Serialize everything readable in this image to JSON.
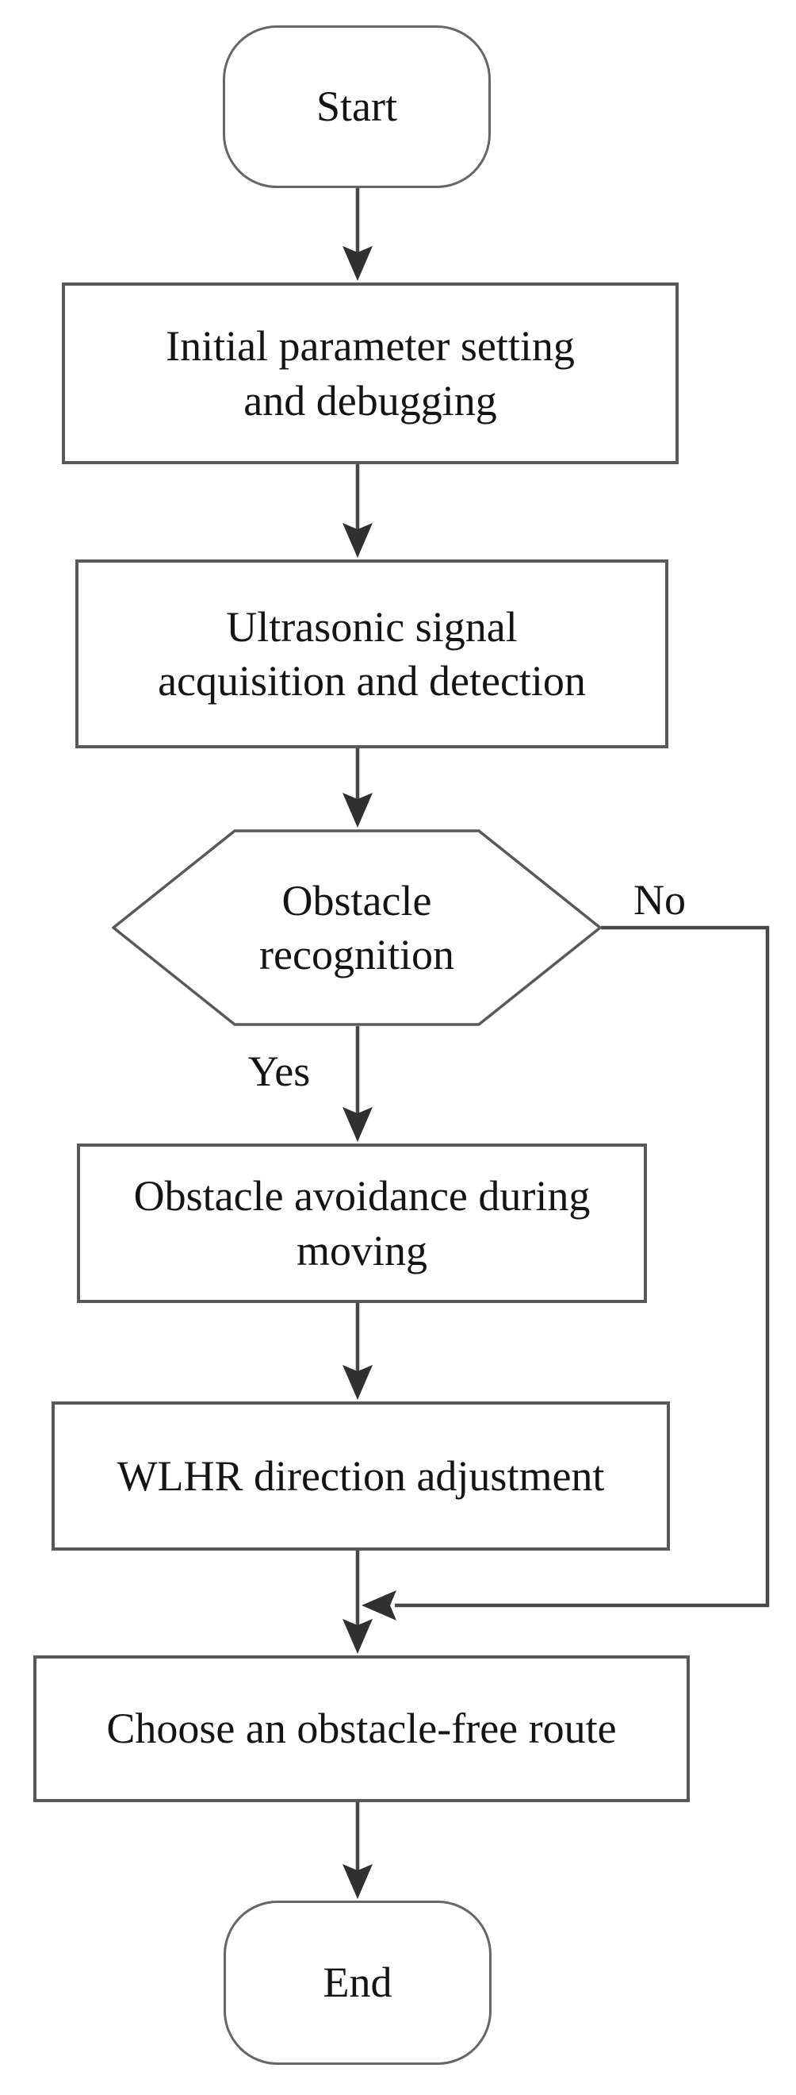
{
  "figure": {
    "background": "#ffffff",
    "colors": {
      "connector": "#474747",
      "arrowhead": "#303030",
      "process_border": "#595959",
      "terminator_border": "#666666",
      "decision_border": "#595959",
      "text": "#141414"
    },
    "nodes": [
      {
        "id": "start",
        "type": "terminator",
        "label": "Start"
      },
      {
        "id": "initial-setting",
        "type": "process",
        "label": "Initial parameter setting\nand debugging"
      },
      {
        "id": "ultrasonic-acquisition",
        "type": "process",
        "label": "Ultrasonic signal\nacquisition and detection"
      },
      {
        "id": "obstacle-recognition",
        "type": "decision",
        "label": "Obstacle\nrecognition"
      },
      {
        "id": "obstacle-avoidance",
        "type": "process",
        "label": "Obstacle avoidance during\nmoving"
      },
      {
        "id": "wlhr-adjustment",
        "type": "process",
        "label": "WLHR direction adjustment"
      },
      {
        "id": "choose-route",
        "type": "process",
        "label": "Choose an obstacle-free route"
      },
      {
        "id": "end",
        "type": "terminator",
        "label": "End"
      }
    ],
    "edges": [
      {
        "from": "start",
        "to": "initial-setting",
        "label": ""
      },
      {
        "from": "initial-setting",
        "to": "ultrasonic-acquisition",
        "label": ""
      },
      {
        "from": "ultrasonic-acquisition",
        "to": "obstacle-recognition",
        "label": ""
      },
      {
        "from": "obstacle-recognition",
        "to": "obstacle-avoidance",
        "label": "Yes"
      },
      {
        "from": "obstacle-avoidance",
        "to": "wlhr-adjustment",
        "label": ""
      },
      {
        "from": "wlhr-adjustment",
        "to": "choose-route",
        "label": ""
      },
      {
        "from": "obstacle-recognition",
        "to": "choose-route",
        "label": "No"
      },
      {
        "from": "choose-route",
        "to": "end",
        "label": ""
      }
    ],
    "edge_labels": {
      "yes": "Yes",
      "no": "No"
    }
  }
}
